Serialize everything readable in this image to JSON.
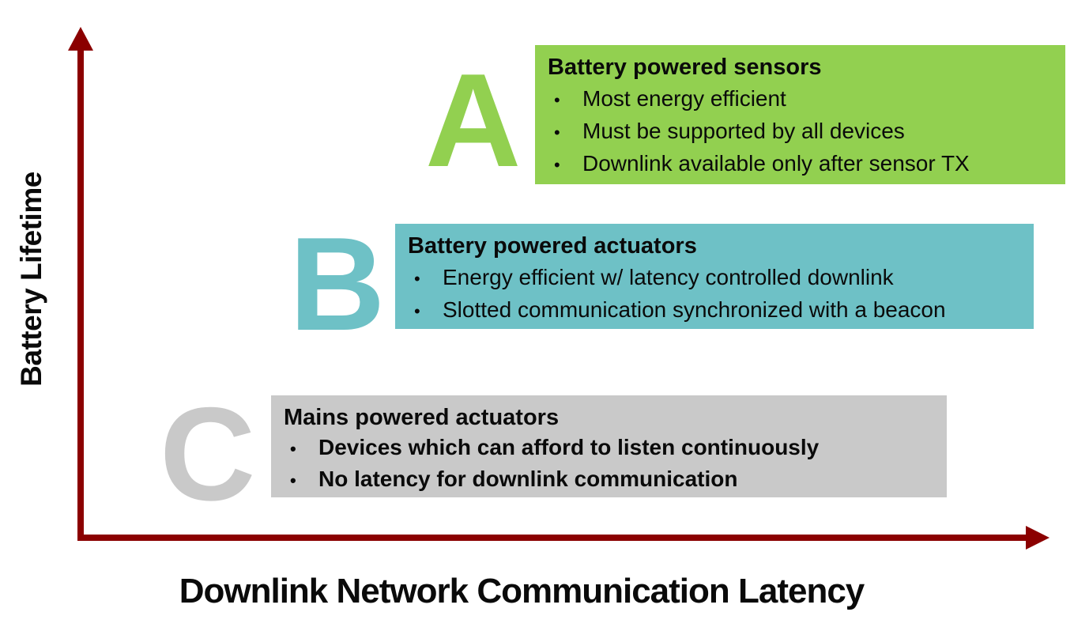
{
  "figure": {
    "y_axis": {
      "label": "Battery Lifetime"
    },
    "x_axis": {
      "label": "Downlink Network Communication Latency"
    },
    "axis_color": "#8B0000",
    "device_classes": [
      {
        "letter": "A",
        "color": "#92D050",
        "title": "Battery powered sensors",
        "bullets": [
          "Most energy efficient",
          "Must be supported by all devices",
          "Downlink available only after sensor TX"
        ]
      },
      {
        "letter": "B",
        "color": "#6EC1C6",
        "title": "Battery powered actuators",
        "bullets": [
          "Energy efficient w/ latency controlled downlink",
          "Slotted communication synchronized with a beacon"
        ]
      },
      {
        "letter": "C",
        "color": "#C9C9C9",
        "title": "Mains powered actuators",
        "bullets": [
          "Devices which can afford to listen continuously",
          "No latency for downlink communication"
        ]
      }
    ],
    "bullet_glyph": "•"
  }
}
